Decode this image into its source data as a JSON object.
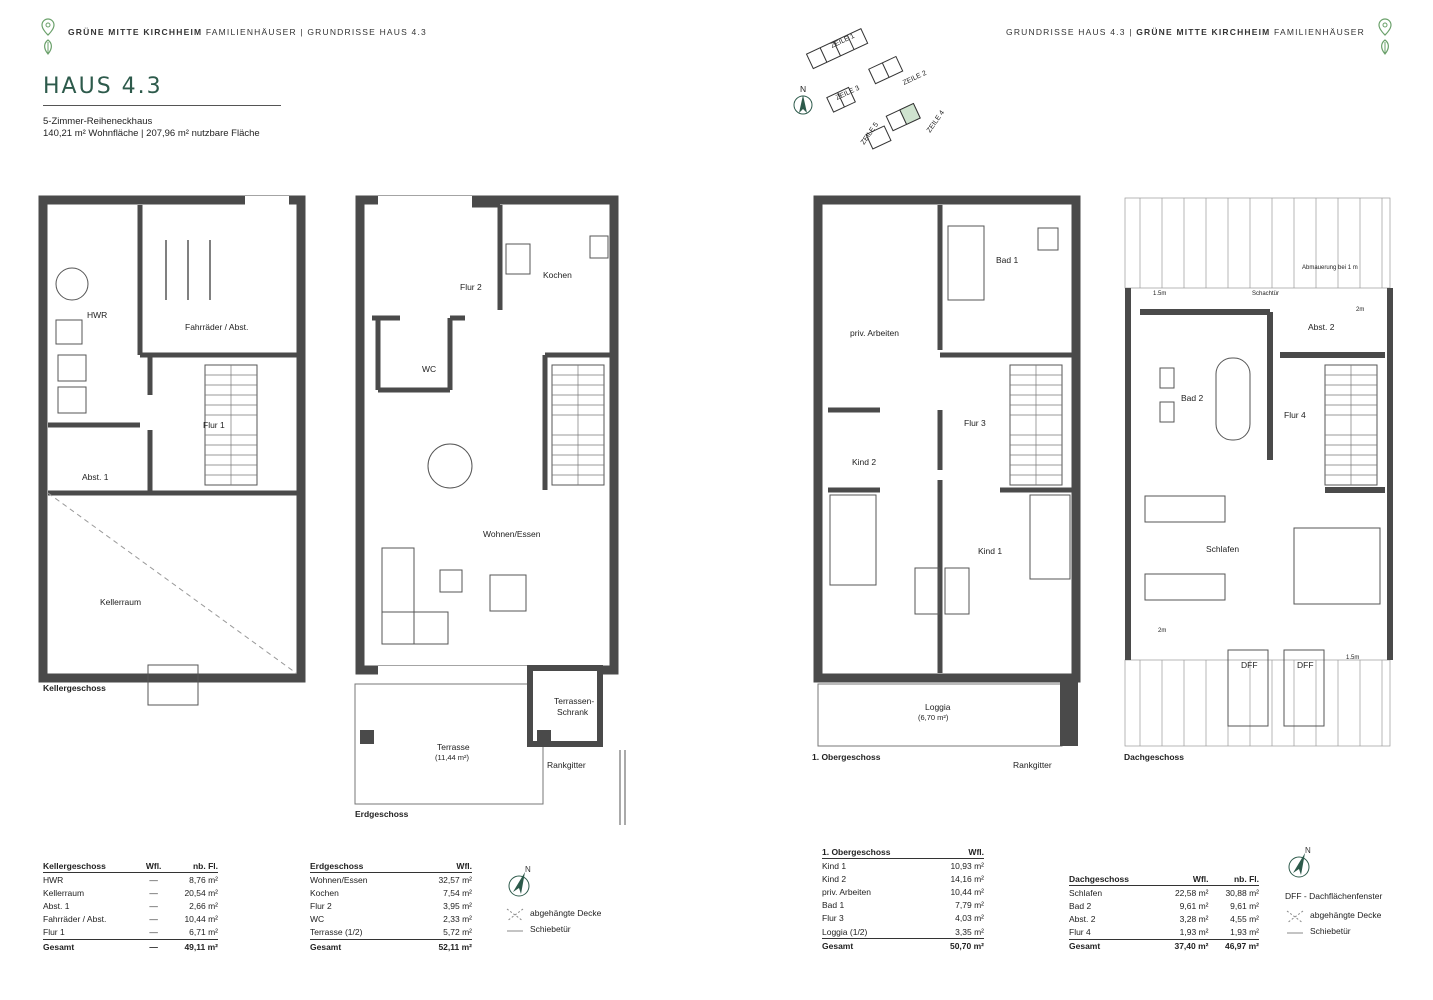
{
  "header": {
    "left_brand": "GRÜNE MITTE KIRCHHEIM",
    "left_rest": " FAMILIENHÄUSER  |  GRUNDRISSE HAUS 4.3",
    "right_pre": "GRUNDRISSE HAUS 4.3  |  ",
    "right_brand": "GRÜNE MITTE KIRCHHEIM",
    "right_rest": " FAMILIENHÄUSER"
  },
  "house": {
    "title": "HAUS 4.3",
    "type": "5-Zimmer-Reiheneckhaus",
    "area": "140,21 m² Wohnfläche | 207,96 m² nutzbare Fläche"
  },
  "siteplan": {
    "north": "N",
    "zeilen": [
      "ZEILE 1",
      "ZEILE 2",
      "ZEILE 3",
      "ZEILE 4",
      "ZEILE 5"
    ],
    "highlight_color": "#cfe3cf"
  },
  "plans": {
    "kg": {
      "label": "Kellergeschoss",
      "rooms": [
        "HWR",
        "Fahrräder / Abst.",
        "Flur 1",
        "Abst. 1",
        "Kellerraum"
      ]
    },
    "eg": {
      "label": "Erdgeschoss",
      "rooms": [
        "Flur 2",
        "Kochen",
        "WC",
        "Wohnen/Essen",
        "Terrassen-",
        "Schrank",
        "Terrasse",
        "(11,44 m²)",
        "Rankgitter"
      ]
    },
    "og": {
      "label": "1. Obergeschoss",
      "rooms": [
        "Bad 1",
        "priv. Arbeiten",
        "Flur 3",
        "Kind 2",
        "Kind 1",
        "Loggia",
        "(6,70 m²)",
        "Rankgitter"
      ]
    },
    "dg": {
      "label": "Dachgeschoss",
      "rooms": [
        "Abmauerung bei 1 m",
        "Schachtür",
        "1.5m",
        "2m",
        "Abst. 2",
        "Bad 2",
        "Flur 4",
        "Schlafen",
        "DFF",
        "DFF",
        "2m",
        "1.5m"
      ]
    }
  },
  "tables": {
    "kg": {
      "headers": [
        "Kellergeschoss",
        "Wfl.",
        "nb. Fl."
      ],
      "rows": [
        [
          "HWR",
          "—",
          "8,76 m²"
        ],
        [
          "Kellerraum",
          "—",
          "20,54 m²"
        ],
        [
          "Abst. 1",
          "—",
          "2,66 m²"
        ],
        [
          "Fahrräder / Abst.",
          "—",
          "10,44 m²"
        ],
        [
          "Flur 1",
          "—",
          "6,71 m²"
        ]
      ],
      "total": [
        "Gesamt",
        "—",
        "49,11 m²"
      ]
    },
    "eg": {
      "headers": [
        "Erdgeschoss",
        "Wfl."
      ],
      "rows": [
        [
          "Wohnen/Essen",
          "32,57 m²"
        ],
        [
          "Kochen",
          "7,54 m²"
        ],
        [
          "Flur 2",
          "3,95 m²"
        ],
        [
          "WC",
          "2,33 m²"
        ],
        [
          "Terrasse (1/2)",
          "5,72 m²"
        ]
      ],
      "total": [
        "Gesamt",
        "52,11 m²"
      ]
    },
    "og": {
      "headers": [
        "1. Obergeschoss",
        "Wfl."
      ],
      "rows": [
        [
          "Kind 1",
          "10,93 m²"
        ],
        [
          "Kind 2",
          "14,16 m²"
        ],
        [
          "priv. Arbeiten",
          "10,44 m²"
        ],
        [
          "Bad 1",
          "7,79 m²"
        ],
        [
          "Flur 3",
          "4,03 m²"
        ],
        [
          "Loggia (1/2)",
          "3,35 m²"
        ]
      ],
      "total": [
        "Gesamt",
        "50,70 m²"
      ]
    },
    "dg": {
      "headers": [
        "Dachgeschoss",
        "Wfl.",
        "nb. Fl."
      ],
      "rows": [
        [
          "Schlafen",
          "22,58 m²",
          "30,88 m²"
        ],
        [
          "Bad 2",
          "9,61 m²",
          "9,61 m²"
        ],
        [
          "Abst. 2",
          "3,28 m²",
          "4,55 m²"
        ],
        [
          "Flur 4",
          "1,93 m²",
          "1,93 m²"
        ]
      ],
      "total": [
        "Gesamt",
        "37,40 m²",
        "46,97 m²"
      ]
    }
  },
  "legend": {
    "north": "N",
    "ceiling": "abgehängte Decke",
    "sliding": "Schiebetür",
    "dff": "DFF - Dachflächenfenster"
  },
  "colors": {
    "wall": "#4a4a4a",
    "accent": "#2d5a4b",
    "pin": "#6aa06a"
  }
}
